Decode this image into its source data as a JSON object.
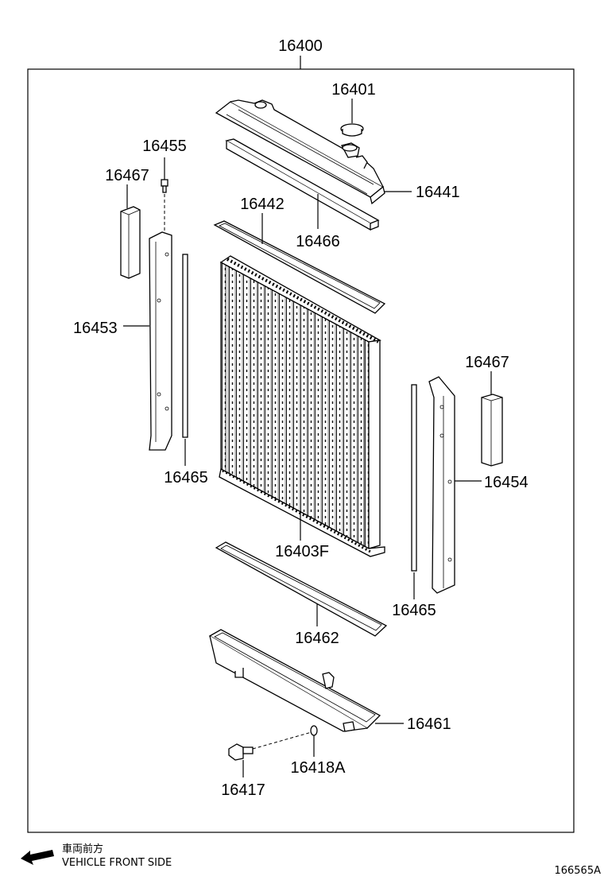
{
  "parts": {
    "assembly": "16400",
    "cap": "16401",
    "upper_tank": "16441",
    "upper_gasket": "16442",
    "upper_seal": "16466",
    "bolt": "16455",
    "seal_left": "16467",
    "seal_right": "16467",
    "support_left": "16453",
    "support_right": "16454",
    "strip_left": "16465",
    "strip_right": "16465",
    "core": "16403F",
    "lower_gasket": "16462",
    "lower_tank": "16461",
    "drain_oring": "16418A",
    "drain_cock": "16417"
  },
  "direction": {
    "jp": "車両前方",
    "en": "VEHICLE FRONT SIDE"
  },
  "figure_id": "166565A"
}
